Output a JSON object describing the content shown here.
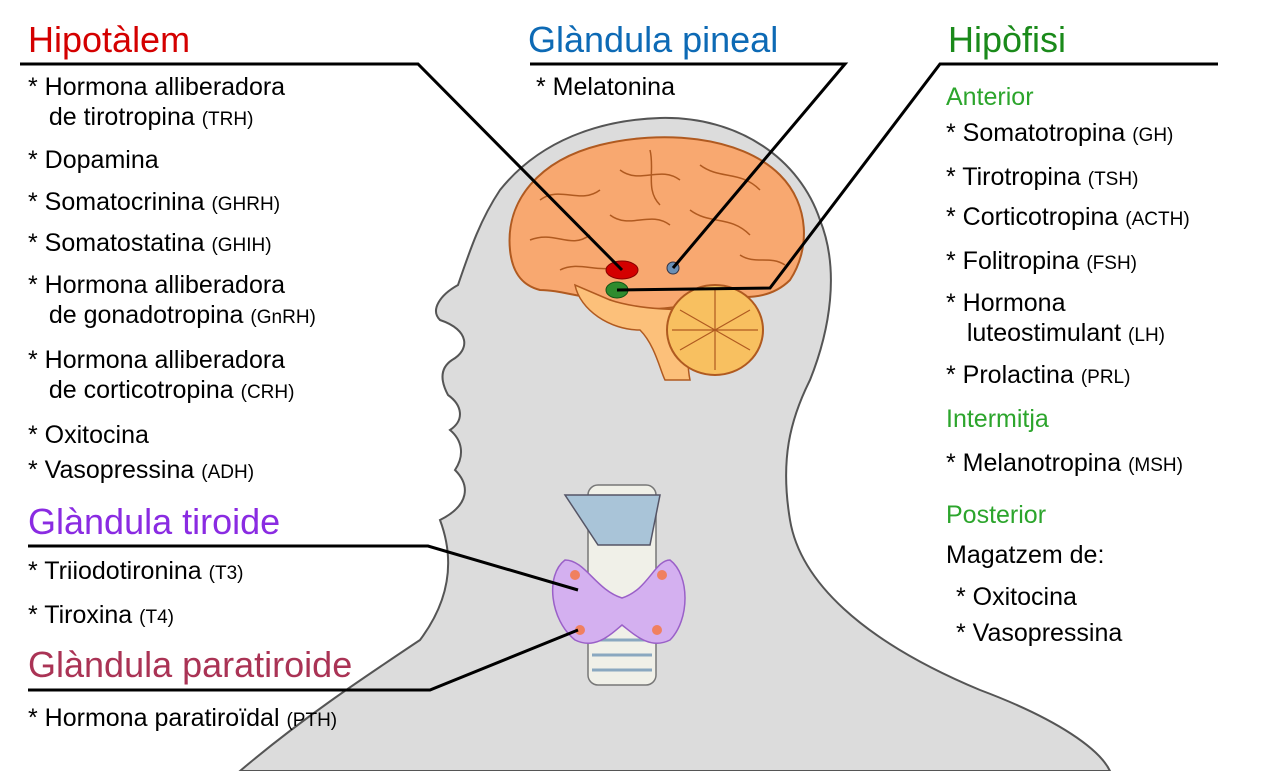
{
  "colors": {
    "hypothalamus": "#d40000",
    "pineal": "#0d6ab5",
    "pituitary": "#1a8a1a",
    "pituitary_sub": "#2ca52c",
    "thyroid": "#8a2be2",
    "parathyroid": "#aa3355",
    "head_fill": "#dcdcdc",
    "brain_fill": "#f8a870",
    "thyroid_fill": "#d4b0f0"
  },
  "hypothalamus": {
    "title": "Hipotàlem",
    "items": [
      {
        "line1": "* Hormona alliberadora",
        "line2": "de tirotropina",
        "abbr": "(TRH)"
      },
      {
        "line1": "* Dopamina",
        "abbr": ""
      },
      {
        "line1": "* Somatocrinina",
        "abbr": "(GHRH)"
      },
      {
        "line1": "* Somatostatina",
        "abbr": "(GHIH)"
      },
      {
        "line1": "* Hormona alliberadora",
        "line2": "de gonadotropina",
        "abbr": "(GnRH)"
      },
      {
        "line1": "* Hormona alliberadora",
        "line2": "de corticotropina",
        "abbr": "(CRH)"
      },
      {
        "line1": "* Oxitocina",
        "abbr": ""
      },
      {
        "line1": "* Vasopressina",
        "abbr": "(ADH)"
      }
    ]
  },
  "pineal": {
    "title": "Glàndula pineal",
    "items": [
      {
        "line1": "* Melatonina"
      }
    ]
  },
  "pituitary": {
    "title": "Hipòfisi",
    "anterior": {
      "label": "Anterior",
      "items": [
        {
          "line1": "* Somatotropina",
          "abbr": "(GH)"
        },
        {
          "line1": "* Tirotropina",
          "abbr": "(TSH)"
        },
        {
          "line1": "* Corticotropina",
          "abbr": "(ACTH)"
        },
        {
          "line1": "* Folitropina",
          "abbr": "(FSH)"
        },
        {
          "line1": "* Hormona",
          "line2": "luteostimulant",
          "abbr": "(LH)"
        },
        {
          "line1": "* Prolactina",
          "abbr": "(PRL)"
        }
      ]
    },
    "intermediate": {
      "label": "Intermitja",
      "items": [
        {
          "line1": "* Melanotropina",
          "abbr": "(MSH)"
        }
      ]
    },
    "posterior": {
      "label": "Posterior",
      "store_label": "Magatzem de:",
      "items": [
        "* Oxitocina",
        "* Vasopressina"
      ]
    }
  },
  "thyroid": {
    "title": "Glàndula tiroide",
    "items": [
      {
        "line1": "* Triiodotironina",
        "abbr": "(T3)"
      },
      {
        "line1": "* Tiroxina",
        "abbr": "(T4)"
      }
    ]
  },
  "parathyroid": {
    "title": "Glàndula paratiroide",
    "items": [
      {
        "line1": "* Hormona paratiroïdal",
        "abbr": "(PTH)"
      }
    ]
  }
}
